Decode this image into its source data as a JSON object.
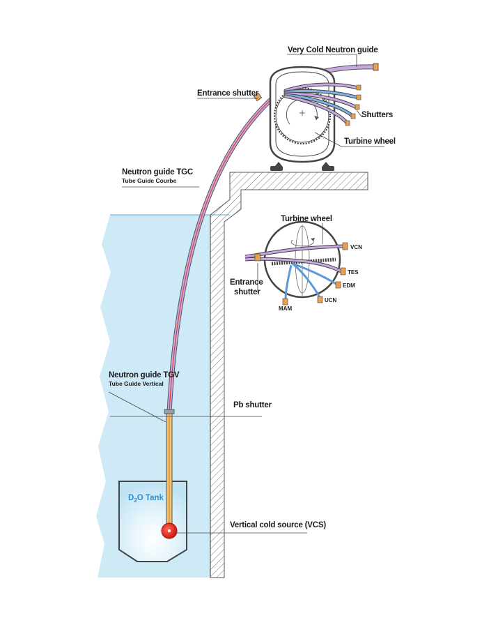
{
  "labels": {
    "vcn_guide": "Very Cold Neutron guide",
    "entrance_shutter": "Entrance shutter",
    "shutters": "Shutters",
    "turbine_wheel_top": "Turbine wheel",
    "guide_tgc": "Neutron guide TGC",
    "guide_tgc_sub": "Tube Guide Courbe",
    "turbine_wheel_detail": "Turbine wheel",
    "entrance_shutter_detail_line1": "Entrance",
    "entrance_shutter_detail_line2": "shutter",
    "port_vcn": "VCN",
    "port_tes": "TES",
    "port_edm": "EDM",
    "port_ucn": "UCN",
    "port_mam": "MAM",
    "guide_tgv": "Neutron guide TGV",
    "guide_tgv_sub": "Tube Guide Vertical",
    "pb_shutter": "Pb shutter",
    "tank_prefix": "D",
    "tank_sub": "2",
    "tank_suffix": "O Tank",
    "cold_source": "Vertical cold source (VCS)"
  },
  "colors": {
    "water": "#cdeaf6",
    "water_line": "#5aa8d8",
    "guide_purple": "#b48ed3",
    "guide_red": "#e2403a",
    "guide_gold": "#f0c070",
    "port_orange": "#e8a050",
    "blue_guides": "#5a9ad6",
    "cold_source": "#e02820",
    "tank_text": "#2a8fd6"
  }
}
